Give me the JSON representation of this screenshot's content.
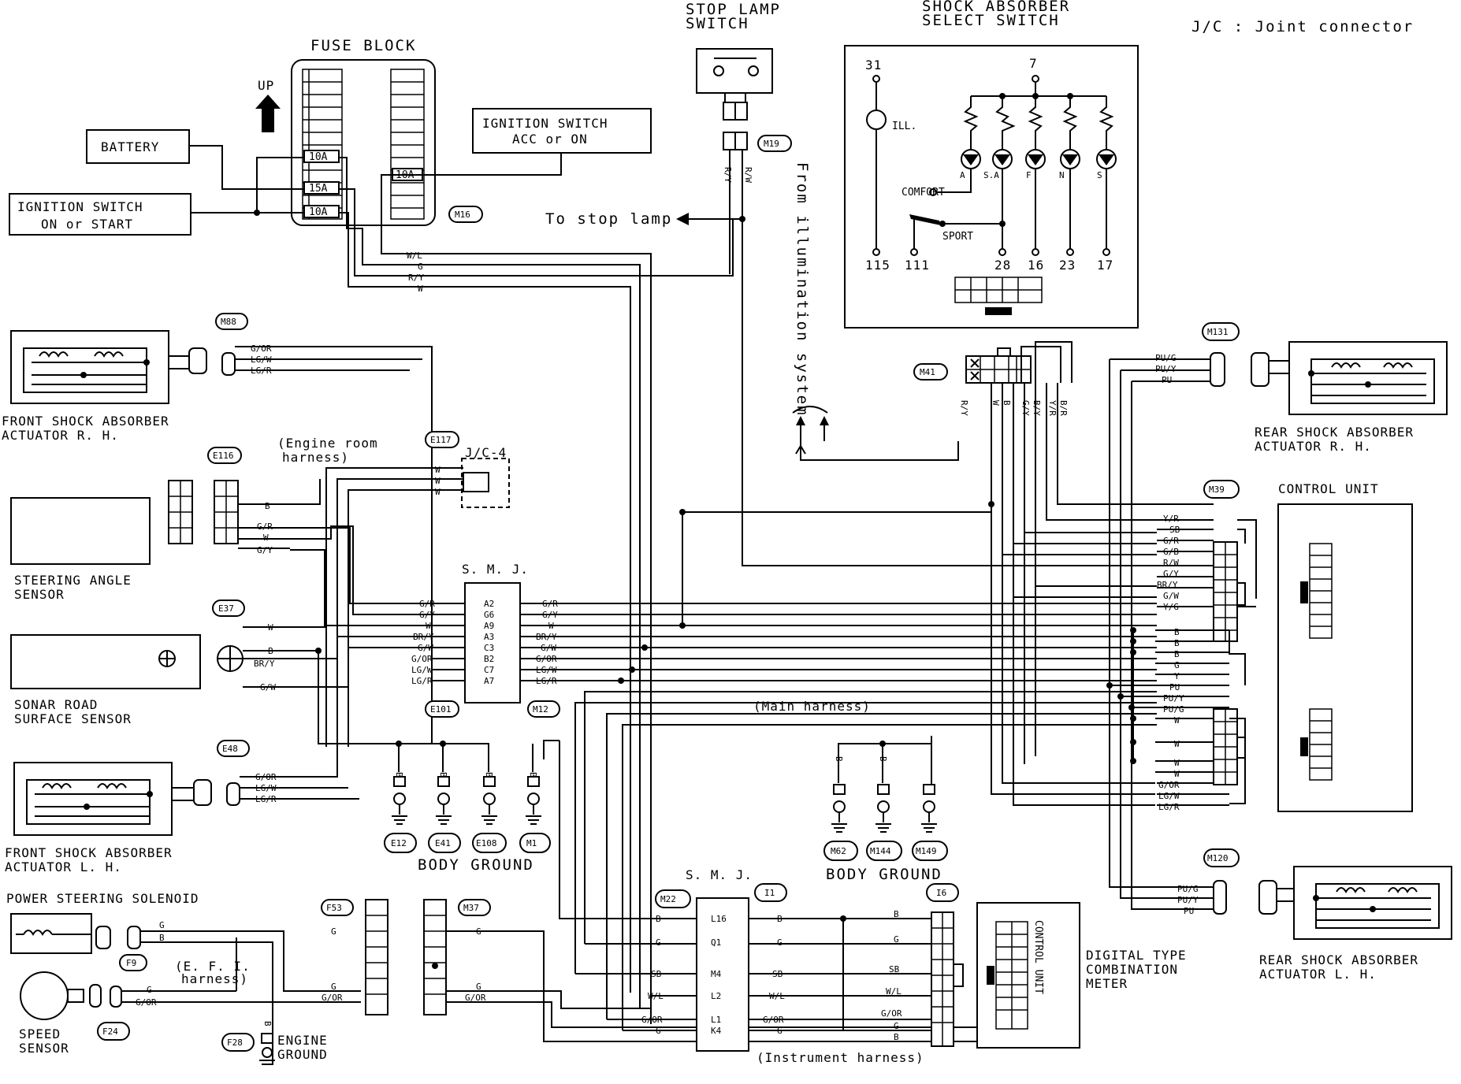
{
  "top_labels": {
    "stop_lamp_switch": [
      "STOP LAMP",
      "SWITCH"
    ],
    "shock_absorber_select_switch": [
      "SHOCK ABSORBER",
      "SELECT SWITCH"
    ],
    "jc_note": "J/C : Joint connector",
    "fuse_block": "FUSE BLOCK",
    "up": "UP"
  },
  "power": {
    "battery": "BATTERY",
    "ign_on_start": [
      "IGNITION SWITCH",
      "ON or START"
    ],
    "ign_acc_on": [
      "IGNITION SWITCH",
      "ACC or ON"
    ],
    "fuses": [
      "10A",
      "15A",
      "10A",
      "10A"
    ]
  },
  "connectors": {
    "m16": "M16",
    "m19": "M19",
    "m88": "M88",
    "e116": "E116",
    "e117": "E117",
    "e37": "E37",
    "e48": "E48",
    "e101": "E101",
    "m12": "M12",
    "m41": "M41",
    "m131": "M131",
    "m39": "M39",
    "m120": "M120",
    "f53": "F53",
    "f9": "F9",
    "f24": "F24",
    "f28": "F28",
    "m37": "M37",
    "m22": "M22",
    "i1": "I1",
    "i6": "I6",
    "e12": "E12",
    "e41": "E41",
    "e108": "E108",
    "m1": "M1",
    "m62": "M62",
    "m144": "M144",
    "m149": "M149"
  },
  "components": {
    "front_rh": [
      "FRONT SHOCK ABSORBER",
      "ACTUATOR R. H."
    ],
    "front_lh": [
      "FRONT SHOCK ABSORBER",
      "ACTUATOR L. H."
    ],
    "rear_rh": [
      "REAR SHOCK ABSORBER",
      "ACTUATOR R. H."
    ],
    "rear_lh": [
      "REAR SHOCK ABSORBER",
      "ACTUATOR L. H."
    ],
    "steering_sensor": [
      "STEERING ANGLE",
      "SENSOR"
    ],
    "sonar_sensor": [
      "SONAR ROAD",
      "SURFACE SENSOR"
    ],
    "power_steering": "POWER STEERING SOLENOID",
    "speed_sensor": [
      "SPEED",
      "SENSOR"
    ],
    "engine_ground": [
      "ENGINE",
      "GROUND"
    ],
    "control_unit": "CONTROL UNIT",
    "control_unit_v": "CONTROL UNIT",
    "meter": [
      "DIGITAL TYPE",
      "COMBINATION",
      "METER"
    ],
    "jc4": "J/C-4",
    "smj": "S. M. J."
  },
  "notes": {
    "to_stop_lamp": "To stop lamp",
    "from_illumination": "From illumination system",
    "engine_room": [
      "(Engine room",
      "harness)"
    ],
    "main_harness": "(Main harness)",
    "instrument_harness": "(Instrument harness)",
    "efi_harness": [
      "(E. F. I.",
      "harness)"
    ],
    "body_ground": "BODY GROUND"
  },
  "select_switch": {
    "pins_top": [
      "31",
      "7"
    ],
    "pins_bottom": [
      "115",
      "111",
      "28",
      "16",
      "23",
      "17"
    ],
    "leds": [
      "A",
      "S.A",
      "F",
      "N",
      "S"
    ],
    "ill": "ILL.",
    "comfort": "COMFORT",
    "sport": "SPORT"
  },
  "wire_colors": {
    "fuse_out": [
      "W/L",
      "G",
      "R/Y",
      "W"
    ],
    "stop_lamp": [
      "R/Y",
      "R/W"
    ],
    "front_rh": [
      "G/OR",
      "LG/W",
      "LG/R"
    ],
    "front_lh": [
      "G/OR",
      "LG/W",
      "LG/R"
    ],
    "steering": [
      "B",
      "G/R",
      "W",
      "G/Y"
    ],
    "sonar": [
      "W",
      "B",
      "BR/Y",
      "G/W"
    ],
    "jc4": [
      "W",
      "W",
      "W"
    ],
    "smj_left": [
      "G/R",
      "G/Y",
      "W",
      "BR/Y",
      "G/W",
      "G/OR",
      "LG/W",
      "LG/R"
    ],
    "smj_pins": [
      "A2",
      "G6",
      "A9",
      "A3",
      "C3",
      "B2",
      "C7",
      "A7"
    ],
    "smj_right": [
      "G/R",
      "G/Y",
      "W",
      "BR/Y",
      "G/W",
      "G/OR",
      "LG/W",
      "LG/R"
    ],
    "m41": [
      "R/Y",
      "W",
      "B",
      "G/Y",
      "B/Y",
      "Y/R",
      "B/R"
    ],
    "rear_rh": [
      "PU/G",
      "PU/Y",
      "PU"
    ],
    "rear_lh": [
      "PU/G",
      "PU/Y",
      "PU"
    ],
    "control_upper": [
      "Y/R",
      "SB",
      "G/R",
      "G/B",
      "R/W",
      "G/Y",
      "BR/Y",
      "G/W",
      "Y/G"
    ],
    "control_mid": [
      "B",
      "B",
      "B",
      "G",
      "Y",
      "PU",
      "PU/Y",
      "PU/G",
      "W",
      "W",
      "W",
      "W",
      "G/OR",
      "LG/W",
      "LG/R"
    ],
    "power_steering": [
      "G",
      "B"
    ],
    "speed_sensor": [
      "G",
      "G/OR"
    ],
    "f53": [
      "G",
      "G",
      "G/OR"
    ],
    "m37": [
      "G",
      "G",
      "G/OR"
    ],
    "smj2_left": [
      "B",
      "G",
      "SB",
      "W/L",
      "G/OR",
      "G"
    ],
    "smj2_pins": [
      "L16",
      "Q1",
      "M4",
      "L2",
      "L1",
      "K4"
    ],
    "smj2_right": [
      "B",
      "G",
      "SB",
      "W/L",
      "G/OR",
      "G"
    ],
    "meter": [
      "B",
      "G",
      "SB",
      "W/L",
      "G/OR",
      "G",
      "B"
    ],
    "grounds": [
      "B",
      "B",
      "B",
      "B",
      "B",
      "B",
      "B"
    ]
  }
}
